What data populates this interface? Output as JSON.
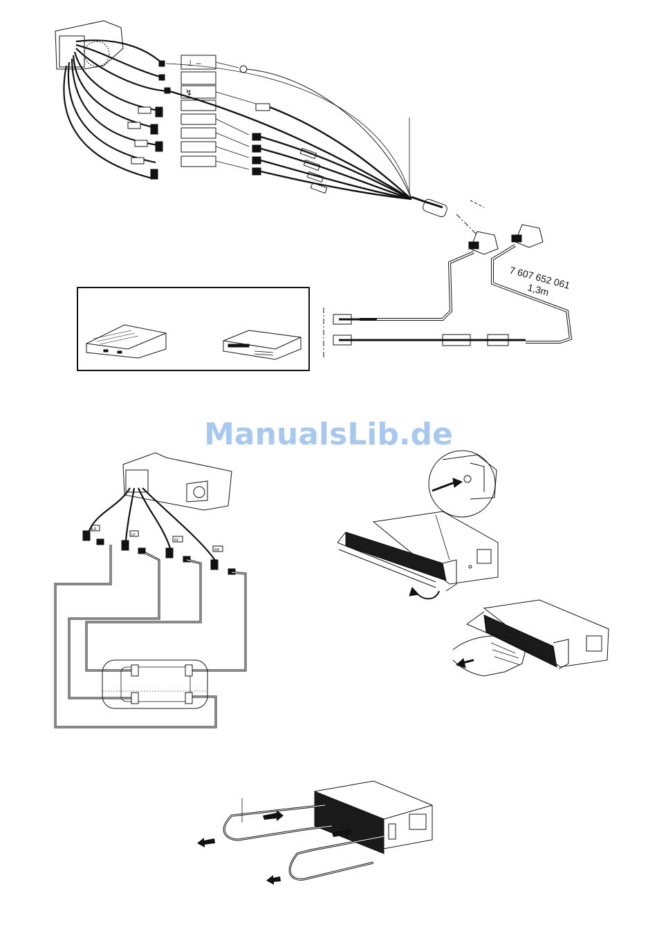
{
  "part_number": "7 607 652 061",
  "cable_length": "1,3m",
  "watermark": "ManualsLib.de",
  "connector_labels": [
    "⊥ –",
    "",
    "↯",
    "",
    "",
    "",
    "",
    ""
  ],
  "speaker_tags": [
    "LR",
    "LF",
    "RF",
    "RR"
  ],
  "colors": {
    "line": "#111111",
    "watermark": "#a9c8ee",
    "panel": "#1a1a1a"
  }
}
